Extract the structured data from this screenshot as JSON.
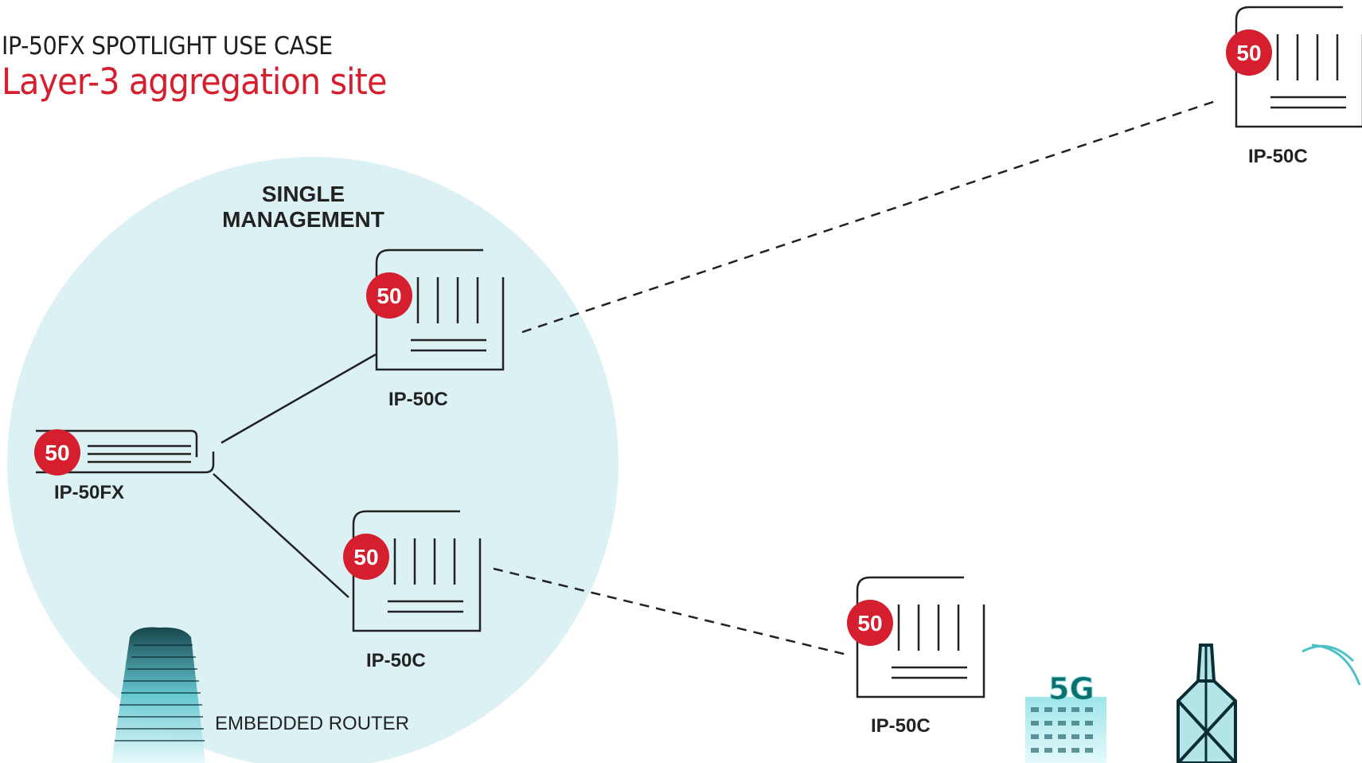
{
  "header": {
    "title": "IP-50FX SPOTLIGHT USE CASE",
    "subtitle": "Layer-3 aggregation site"
  },
  "management_zone": {
    "label": "SINGLE\nMANAGEMENT"
  },
  "devices": {
    "ip50fx": {
      "label": "IP-50FX",
      "badge": "50"
    },
    "ip50c_top_inner": {
      "label": "IP-50C",
      "badge": "50"
    },
    "ip50c_bottom_inner": {
      "label": "IP-50C",
      "badge": "50"
    },
    "ip50c_far_right": {
      "label": "IP-50C",
      "badge": "50"
    },
    "ip50c_bottom_right": {
      "label": "IP-50C",
      "badge": "50"
    }
  },
  "embedded_router": {
    "label": "EMBEDDED ROUTER"
  },
  "building_5g": {
    "text": "5G"
  },
  "colors": {
    "accent_red": "#d51f2e",
    "zone_fill": "#dbf1f3",
    "line": "#222222",
    "building_cyan": "#5fc5cf"
  }
}
